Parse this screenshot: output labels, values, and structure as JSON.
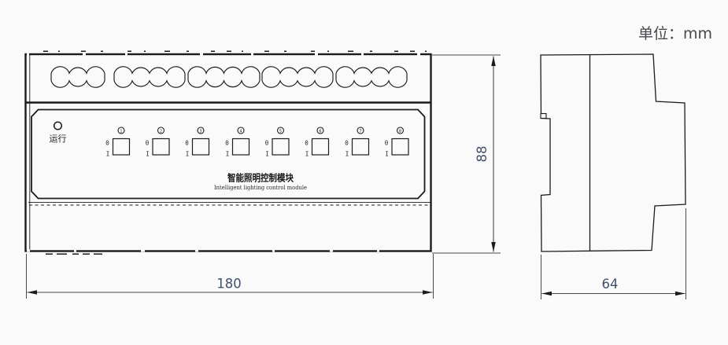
{
  "unit_note": "单位：mm",
  "front_view": {
    "run_indicator_label": "运行",
    "switch_off_label": "0",
    "switch_on_label": "I",
    "channels": [
      "1",
      "2",
      "3",
      "4",
      "5",
      "6",
      "7",
      "8"
    ],
    "terminal_groups": [
      3,
      4,
      4,
      4,
      4
    ],
    "title_cn": "智能照明控制模块",
    "title_en": "Intelligent lighting control module"
  },
  "dimensions": {
    "width_mm": "180",
    "height_mm": "88",
    "depth_mm": "64"
  },
  "colors": {
    "line": "#1b1b1b",
    "dimension_line": "#4a4a4a",
    "dimension_text": "#42506a",
    "unit_text": "#46464c",
    "background": "#fafafa"
  }
}
